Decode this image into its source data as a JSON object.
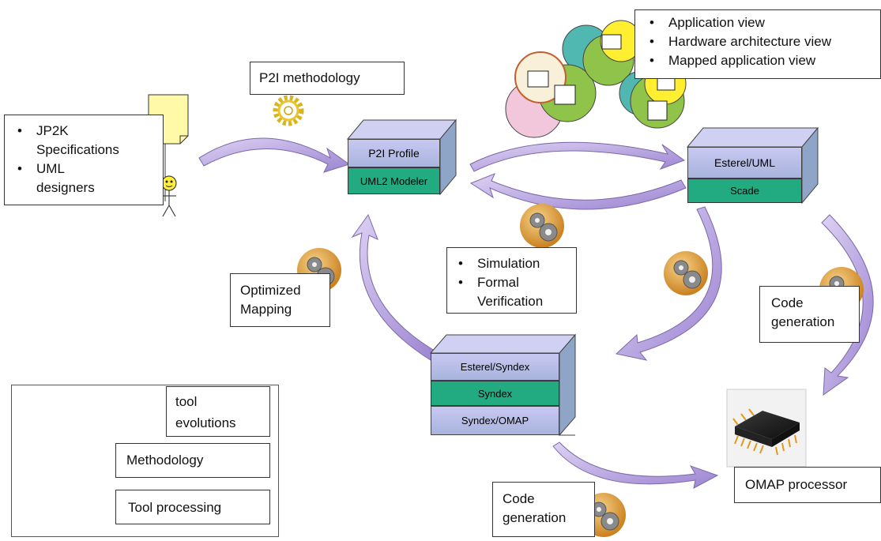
{
  "views_box": {
    "items": [
      "Application view",
      "Hardware architecture view",
      "Mapped application view"
    ]
  },
  "spec_box": {
    "items": [
      [
        "JP2K",
        "Specifications"
      ],
      [
        "UML",
        "designers"
      ]
    ]
  },
  "methodology_box": {
    "label": "P2I methodology"
  },
  "p2i_stack": {
    "top_label": "P2I Profile",
    "bottom_label": "UML2 Modeler"
  },
  "esterel_stack": {
    "top_label": "Esterel/UML",
    "bottom_label": "Scade"
  },
  "simulation_box": {
    "items": [
      "Simulation",
      [
        "Formal",
        "Verification"
      ]
    ]
  },
  "mapping_box": {
    "lines": [
      "Optimized",
      "Mapping"
    ]
  },
  "syndex_stack": {
    "layers": [
      "Esterel/Syndex",
      "Syndex",
      "Syndex/OMAP"
    ]
  },
  "code_gen_right": {
    "lines": [
      "Code",
      "generation"
    ]
  },
  "code_gen_bottom": {
    "lines": [
      "Code",
      "generation"
    ]
  },
  "omap_box": {
    "label": "OMAP processor"
  },
  "legend": {
    "tool_evolutions": [
      "tool",
      "evolutions"
    ],
    "methodology": "Methodology",
    "tool_processing": "Tool processing"
  },
  "colors": {
    "lavender": "#b4bce8",
    "teal": "#22aa80",
    "arrow": "#b39ddb",
    "gear_gold": "#e8c531"
  }
}
